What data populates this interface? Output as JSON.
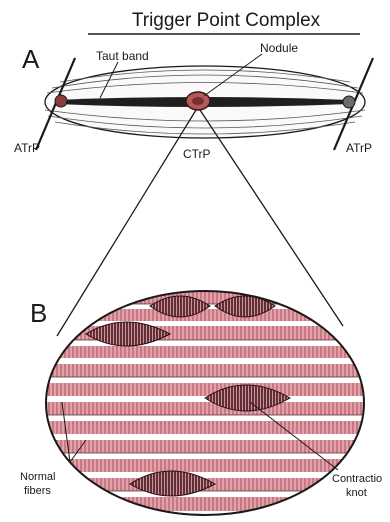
{
  "diagram": {
    "title": "Trigger Point Complex",
    "panel_a": {
      "letter": "A",
      "labels": {
        "taut_band": "Taut band",
        "nodule": "Nodule",
        "atrp_left": "ATrP",
        "ctrp": "CTrP",
        "atrp_right": "ATrP"
      }
    },
    "panel_b": {
      "letter": "B",
      "labels": {
        "normal_fibers_line1": "Normal",
        "normal_fibers_line2": "fibers",
        "contraction_knot_line1": "Contractio",
        "contraction_knot_line2": "knot"
      }
    },
    "colors": {
      "fiber_pink": "#d98c96",
      "fiber_stripe": "#8a3a46",
      "ink": "#1a1a1a",
      "nodule_red": "#b05a5a"
    }
  }
}
